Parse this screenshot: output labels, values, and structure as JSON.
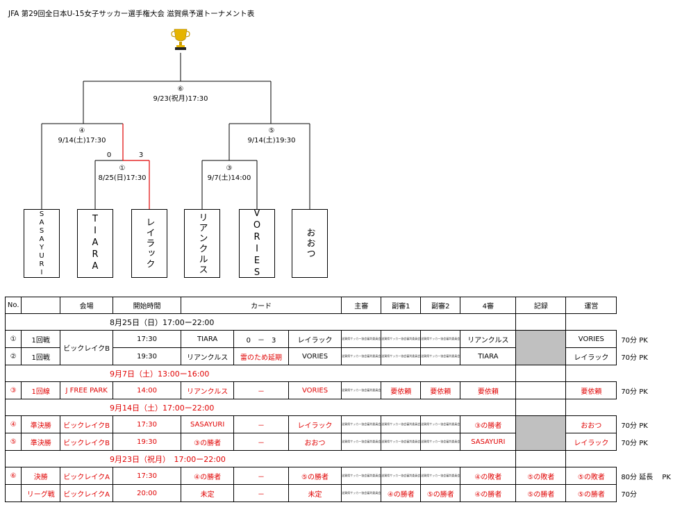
{
  "title": "JFA 第29回全日本U-15女子サッカー選手権大会  滋賀県予選トーナメント表",
  "bracket": {
    "trophy_icon": "trophy-icon",
    "matches": {
      "m6": {
        "no": "⑥",
        "time": "9/23(祝月)17:30"
      },
      "m4": {
        "no": "④",
        "time": "9/14(土)17:30"
      },
      "m5": {
        "no": "⑤",
        "time": "9/14(土)19:30"
      },
      "m1": {
        "no": "①",
        "time": "8/25(日)17:30",
        "score_left": "0",
        "score_right": "3"
      },
      "m3": {
        "no": "③",
        "time": "9/7(土)14:00"
      }
    },
    "teams": [
      "SASAYURI",
      "TIARA",
      "レイラック",
      "リアンクルス",
      "VORIES",
      "おおつ"
    ],
    "winner_line_color": "#e00000"
  },
  "schedule": {
    "headers": [
      "No.",
      "",
      "会場",
      "開始時間",
      "カード",
      "主審",
      "副審1",
      "副審2",
      "4審",
      "記録",
      "運営"
    ],
    "date1": "8月25日（日）17:00ー22:00",
    "date2": "9月7日（土）13:00ー16:00",
    "date3": "9月14日（土）17:00ー22:00",
    "date4": "9月23日（祝月）　17:00ー22:00",
    "placeholder": "滋賀県サッカー協会審判委員会",
    "r1": {
      "no": "①",
      "round": "1回戦",
      "venue": "ビックレイクB",
      "time": "17:30",
      "home": "TIARA",
      "card": "0　－　3",
      "away": "レイラック",
      "fourth": "リアンクルス",
      "ops": "VORIES",
      "extra": "70分  PK"
    },
    "r2": {
      "no": "②",
      "round": "1回戦",
      "time": "19:30",
      "home": "リアンクルス",
      "card": "雷のため延期",
      "away": "VORIES",
      "fourth": "TIARA",
      "ops": "レイラック",
      "extra": "70分  PK"
    },
    "r3": {
      "no": "③",
      "round": "1回線",
      "venue": "J  FREE  PARK",
      "time": "14:00",
      "home": "リアンクルス",
      "card": "－",
      "away": "VORIES",
      "ref2": "要依頼",
      "ref3": "要依頼",
      "fourth": "要依頼",
      "ops": "要依頼",
      "extra": "70分  PK"
    },
    "r4": {
      "no": "④",
      "round": "準決勝",
      "venue": "ビックレイクB",
      "time": "17:30",
      "home": "SASAYURI",
      "card": "－",
      "away": "レイラック",
      "fourth": "③の勝者",
      "ops": "おおつ",
      "extra": "70分  PK"
    },
    "r5": {
      "no": "⑤",
      "round": "準決勝",
      "venue": "ビックレイクB",
      "time": "19:30",
      "home": "③の勝者",
      "card": "－",
      "away": "おおつ",
      "fourth": "SASAYURI",
      "ops": "レイラック",
      "extra": "70分  PK"
    },
    "r6": {
      "no": "⑥",
      "round": "決勝",
      "venue": "ビックレイクA",
      "time": "17:30",
      "home": "④の勝者",
      "card": "－",
      "away": "⑤の勝者",
      "fourth": "④の敗者",
      "record": "⑤の敗者",
      "ops": "⑤の敗者",
      "extra": "80分  延長　 PK"
    },
    "r7": {
      "no": "",
      "round": "リーグ戦",
      "venue": "ビックレイクA",
      "time": "20:00",
      "home": "未定",
      "card": "－",
      "away": "未定",
      "ref2": "④の勝者",
      "ref3": "⑤の勝者",
      "fourth": "④の勝者",
      "record": "⑤の勝者",
      "ops": "⑤の勝者",
      "extra": "70分"
    }
  }
}
